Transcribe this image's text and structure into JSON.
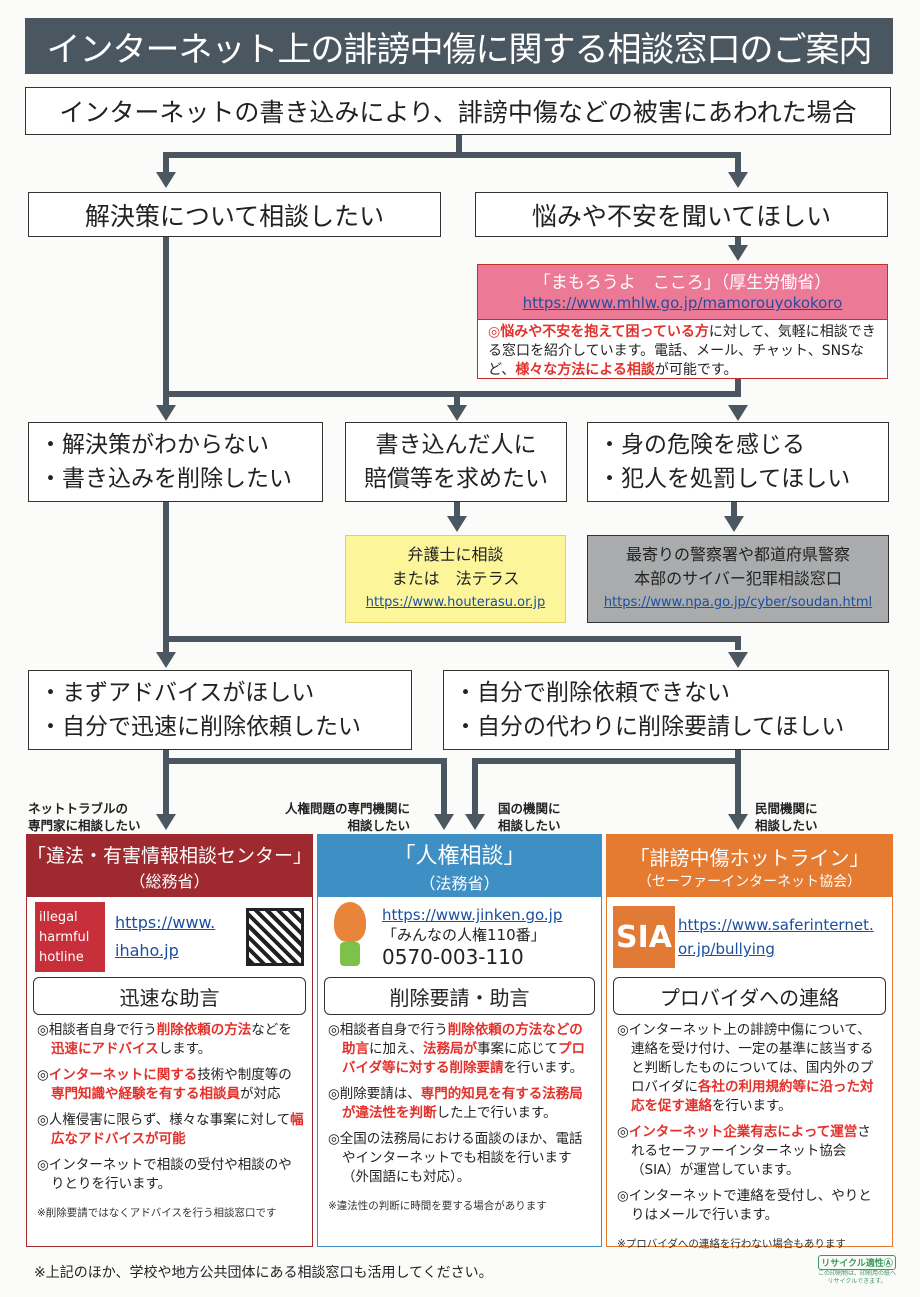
{
  "title": "インターネット上の誹謗中傷に関する相談窓口のご案内",
  "intro": "インターネットの書き込みにより、誹謗中傷などの被害にあわれた場合",
  "branch1": {
    "left": "解決策について相談したい",
    "right": "悩みや不安を聞いてほしい"
  },
  "kokoro": {
    "title": "「まもろうよ　こころ」（厚生労働省）",
    "url": "https://www.mhlw.go.jp/mamorouyokokoro",
    "b1": "◎",
    "r1": "悩みや不安を抱えて困っている方",
    "t1": "に対して、気軽に相談できる窓口を紹介しています。電話、メール、チャット、SNSなど、",
    "r2": "様々な方法による相談",
    "t2": "が可能です。"
  },
  "branch2": {
    "left": [
      "・解決策がわからない",
      "・書き込みを削除したい"
    ],
    "mid": [
      "書き込んだ人に",
      "賠償等を求めたい"
    ],
    "right": [
      "・身の危険を感じる",
      "・犯人を処罰してほしい"
    ]
  },
  "lawyer": {
    "l1": "弁護士に相談",
    "l2": "または　法テラス",
    "url": "https://www.houterasu.or.jp"
  },
  "police": {
    "l1": "最寄りの警察署や都道府県警察",
    "l2": "本部のサイバー犯罪相談窓口",
    "url": "https://www.npa.go.jp/cyber/soudan.html"
  },
  "branch3": {
    "left": [
      "・まずアドバイスがほしい",
      "・自分で迅速に削除依頼したい"
    ],
    "right": [
      "・自分で削除依頼できない",
      "・自分の代わりに削除要請してほしい"
    ]
  },
  "labels": {
    "a": [
      "ネットトラブルの",
      "専門家に相談したい"
    ],
    "b": [
      "人権問題の専門機関に",
      "相談したい"
    ],
    "c": [
      "国の機関に",
      "相談したい"
    ],
    "d": [
      "民間機関に",
      "相談したい"
    ]
  },
  "columns": [
    {
      "title": "「違法・有害情報相談センター」",
      "sub": "（総務省）",
      "color": "#9e2a2f",
      "logo": [
        "illegal",
        "harmful",
        "hotline"
      ],
      "url1": "https://www.",
      "url2": "ihaho.jp",
      "pill": "迅速な助言",
      "note": "※削除要請ではなくアドバイスを行う相談窓口です"
    },
    {
      "title": "「人権相談」",
      "sub": "（法務省）",
      "color": "#3d8fc4",
      "url1": "https://www.jinken.go.jp",
      "phone_label": "「みんなの人権110番」",
      "phone": "0570-003-110",
      "pill": "削除要請・助言",
      "note": "※違法性の判断に時間を要する場合があります"
    },
    {
      "title": "「誹謗中傷ホットライン」",
      "sub": "（セーファーインターネット協会）",
      "color": "#e57b30",
      "logo": [
        "SIA"
      ],
      "url1": "https://www.saferinternet.",
      "url2": "or.jp/bullying",
      "pill": "プロバイダへの連絡",
      "note": "※プロバイダへの連絡を行わない場合もあります"
    }
  ],
  "footer": "※上記のほか、学校や地方公共団体にある相談窓口も活用してください。",
  "recycle": {
    "mark": "リサイクル適性Ⓐ",
    "text": "この印刷物は、印刷用の紙へリサイクルできます。"
  }
}
